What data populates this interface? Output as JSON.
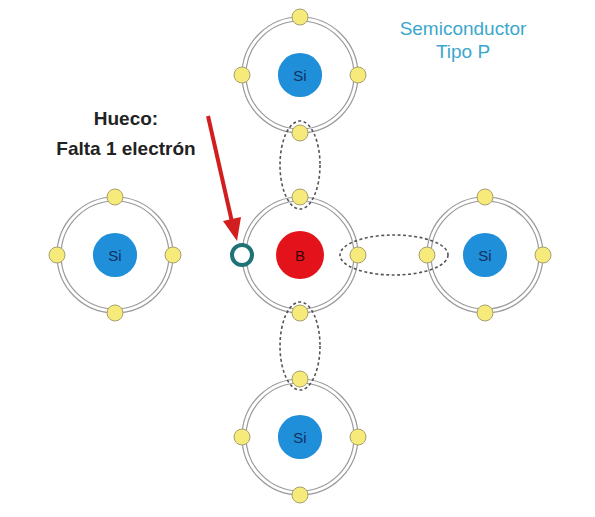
{
  "diagram": {
    "title": "Semiconductor Tipo P",
    "nodes": [
      {
        "text": [
          "Si"
        ]
      },
      {
        "text": [
          "Si"
        ]
      },
      {
        "text": [
          "B"
        ]
      },
      {
        "text": [
          "Si"
        ]
      },
      {
        "text": [
          "Si"
        ]
      }
    ],
    "labels": [
      "Hueco:",
      "Falta 1 electrón"
    ]
  }
}
